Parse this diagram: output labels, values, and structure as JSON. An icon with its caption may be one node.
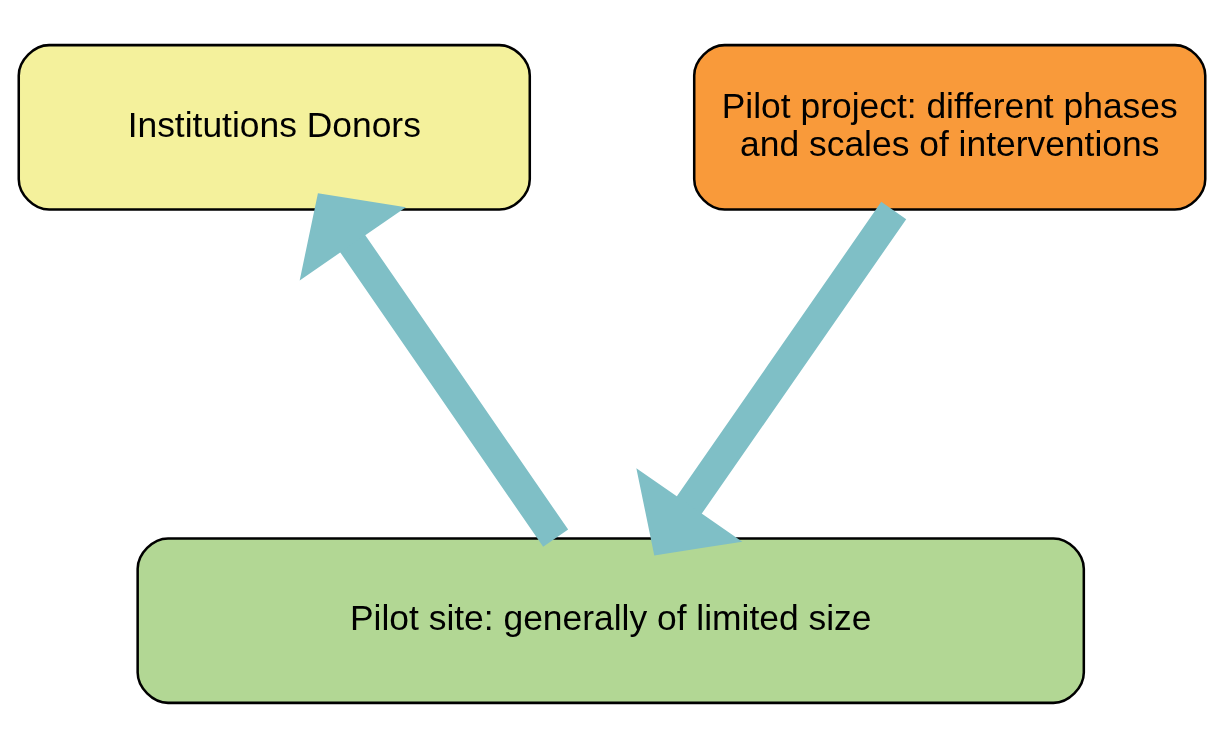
{
  "diagram": {
    "nodes": [
      {
        "text": [
          "Institutions Donors"
        ]
      },
      {
        "text": [
          "Pilot project: different phases and scales of interventions"
        ]
      },
      {
        "text": [
          "Pilot site: generally of limited size"
        ]
      }
    ],
    "edges": [
      {
        "from": 2,
        "to": 0,
        "arrow": "to"
      },
      {
        "from": 1,
        "to": 2,
        "arrow": "to"
      }
    ]
  }
}
